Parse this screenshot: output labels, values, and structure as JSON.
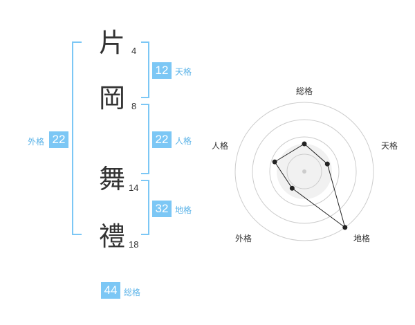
{
  "characters": [
    {
      "char": "片",
      "strokes": "4"
    },
    {
      "char": "岡",
      "strokes": "8"
    },
    {
      "char": "舞",
      "strokes": "14"
    },
    {
      "char": "禮",
      "strokes": "18"
    }
  ],
  "fortunes": {
    "tenkaku": {
      "value": "12",
      "label": "天格"
    },
    "jinkaku": {
      "value": "22",
      "label": "人格"
    },
    "chikaku": {
      "value": "32",
      "label": "地格"
    },
    "gaikaku": {
      "value": "22",
      "label": "外格"
    },
    "soukaku": {
      "value": "44",
      "label": "総格"
    }
  },
  "chart_data": {
    "type": "radar",
    "axes": [
      "総格",
      "天格",
      "地格",
      "外格",
      "人格"
    ],
    "values": [
      0.4,
      0.35,
      1.0,
      0.3,
      0.45
    ],
    "rings": 4,
    "max": 1.0,
    "colors": {
      "line": "#222222",
      "ring": "#cccccc",
      "fill": "#eeeeee"
    }
  }
}
